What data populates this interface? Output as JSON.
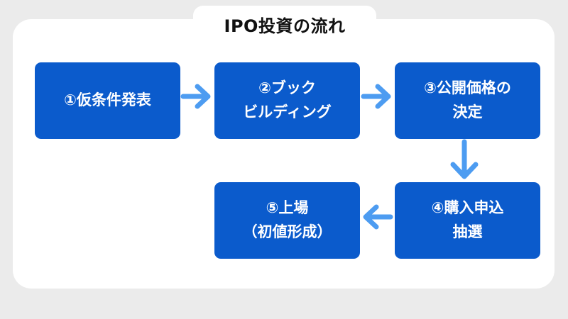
{
  "title": "IPO投資の流れ",
  "colors": {
    "background": "#ebebeb",
    "card": "#ffffff",
    "step_box": "#0b5bcc",
    "arrow": "#4d9cf1",
    "step_text": "#ffffff",
    "title_text": "#111111"
  },
  "steps": [
    {
      "lines": [
        "①仮条件発表"
      ]
    },
    {
      "lines": [
        "②ブック",
        "ビルディング"
      ]
    },
    {
      "lines": [
        "③公開価格の",
        "決定"
      ]
    },
    {
      "lines": [
        "④購入申込",
        "抽選"
      ]
    },
    {
      "lines": [
        "⑤上場",
        "（初値形成）"
      ]
    }
  ],
  "connectors": [
    {
      "from": "①",
      "to": "②",
      "direction": "right",
      "icon": "arrow-right-icon"
    },
    {
      "from": "②",
      "to": "③",
      "direction": "right",
      "icon": "arrow-right-icon"
    },
    {
      "from": "③",
      "to": "④",
      "direction": "down",
      "icon": "arrow-down-icon"
    },
    {
      "from": "④",
      "to": "⑤",
      "direction": "left",
      "icon": "arrow-left-icon"
    }
  ]
}
